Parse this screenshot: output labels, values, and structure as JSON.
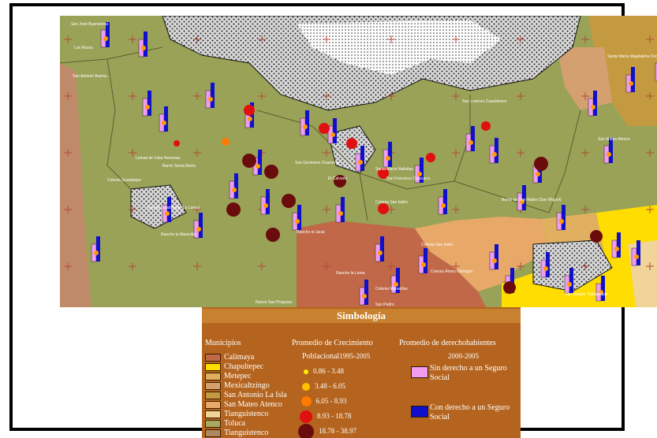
{
  "map": {
    "place_names": [
      "San José Buenavista",
      "Los Rozos",
      "San Antonio Buena...",
      "Lomas de Vista Hermosa",
      "Barrio Santa María",
      "Colonia Guadalupe",
      "Colonia Guadalupe (La Loma)",
      "Rancho la Maravilla",
      "Rancho el Jacal",
      "Rancho la Loma",
      "San Pedro",
      "Colonia Maravillas",
      "Colonia San Isidro",
      "Colonia Álvaro Obregón",
      "San Gaspar Tlahuelilpan",
      "Barrio de San Mateo (San Miguel)",
      "San Mateo Atenco",
      "San Lorenzo Cuauhtenco",
      "Santa María Magdalena Ocotitlán",
      "Nueva San Progreso",
      "San Francisco Coaxusco",
      "Colonia San Isidro",
      "Santa María Nativitas",
      "El Calvario",
      "San Gerónimo Chavarría"
    ]
  },
  "legend": {
    "title": "Simbología",
    "municipios_title": "Municipios",
    "municipios": [
      {
        "name": "Calimaya",
        "color": "#c06848"
      },
      {
        "name": "Chapultepec",
        "color": "#ffdd00"
      },
      {
        "name": "Metepec",
        "color": "#e0b060"
      },
      {
        "name": "Mexicaltzingo",
        "color": "#d4a070"
      },
      {
        "name": "San Antonio La Isla",
        "color": "#c49a40"
      },
      {
        "name": "San Mateo Atenco",
        "color": "#e8a868"
      },
      {
        "name": "Tianguistenco",
        "color": "#f0d498"
      },
      {
        "name": "Toluca",
        "color": "#a8a860"
      },
      {
        "name": "Tianguistenco",
        "color": "#b08860"
      }
    ],
    "growth_title_1": "Promedio de Crecimiento",
    "growth_title_2": "Poblacional",
    "growth_years": "1995-2005",
    "growth_classes": [
      {
        "label": "0.86 - 3.48",
        "color": "#ffee00",
        "size": 6
      },
      {
        "label": "3.48 - 6.05",
        "color": "#ffc000",
        "size": 10
      },
      {
        "label": "6.05 - 8.93",
        "color": "#ff7a00",
        "size": 13
      },
      {
        "label": "8.93 - 18.78",
        "color": "#e01010",
        "size": 16
      },
      {
        "label": "18.78 - 38.97",
        "color": "#6a0c0c",
        "size": 20
      }
    ],
    "insurance_title": "Promedio de derechohabientes",
    "insurance_years": "2000-2005",
    "insurance_classes": [
      {
        "label": "Sin derecho a un Seguro Social",
        "color": "#f09cf0"
      },
      {
        "label": "Con derecho a un Seguro Social",
        "color": "#1010cc"
      }
    ]
  }
}
